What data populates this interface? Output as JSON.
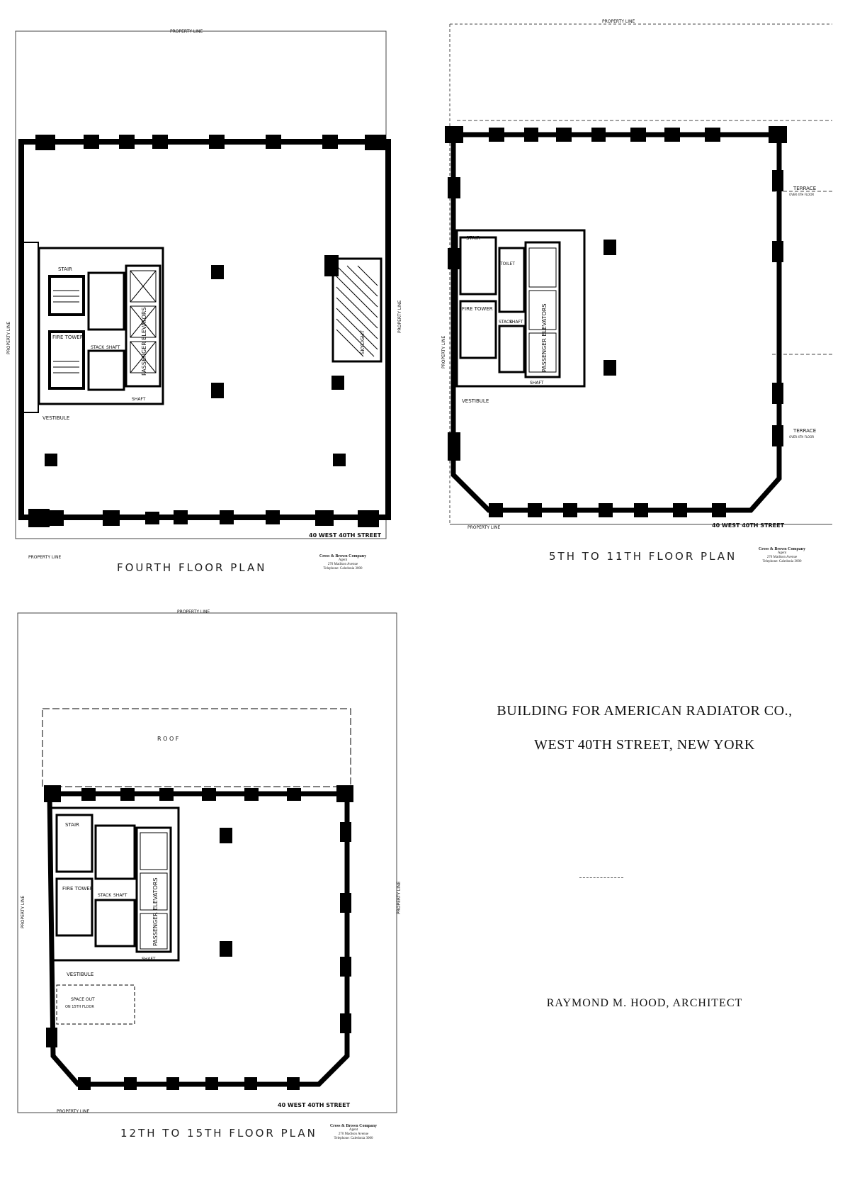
{
  "page": {
    "title_line1": "BUILDING FOR AMERICAN RADIATOR CO.,",
    "title_line2": "WEST 40TH STREET, NEW YORK",
    "architect": "RAYMOND M. HOOD, ARCHITECT"
  },
  "agent": {
    "name": "Cross & Brown Company",
    "role": "Agent",
    "address": "270 Madison Avenue",
    "phone": "Telephone: Caledonia 3000"
  },
  "plans": [
    {
      "title": "FOURTH FLOOR PLAN",
      "labels": {
        "property_line": "PROPERTY LINE",
        "stair": "STAIR",
        "fire_tower": "FIRE TOWER",
        "stack": "STACK",
        "shaft": "SHAFT",
        "elevators": "PASSENGER ELEVATORS",
        "skylight": "SKYLIGHT",
        "vestibule": "VESTIBULE",
        "street": "40 WEST 40TH STREET"
      }
    },
    {
      "title": "5TH TO 11TH FLOOR PLAN",
      "labels": {
        "property_line": "PROPERTY LINE",
        "stair": "STAIR",
        "fire_tower": "FIRE TOWER",
        "toilet": "TOILET",
        "stack": "STACK",
        "shaft": "SHAFT",
        "elevators": "PASSENGER ELEVATORS",
        "vestibule": "VESTIBULE",
        "terrace": "TERRACE",
        "terrace_note": "OVER 4TH FLOOR",
        "street": "40 WEST 40TH STREET"
      }
    },
    {
      "title": "12TH TO 15TH FLOOR PLAN",
      "labels": {
        "property_line": "PROPERTY LINE",
        "roof": "R O O F",
        "stair": "STAIR",
        "fire_tower": "FIRE TOWER",
        "stack": "STACK",
        "shaft": "SHAFT",
        "elevators": "PASSENGER ELEVATORS",
        "vestibule": "VESTIBULE",
        "space_out": "SPACE OUT",
        "space_note": "ON 15TH FLOOR",
        "street": "40 WEST 40TH STREET"
      }
    }
  ]
}
